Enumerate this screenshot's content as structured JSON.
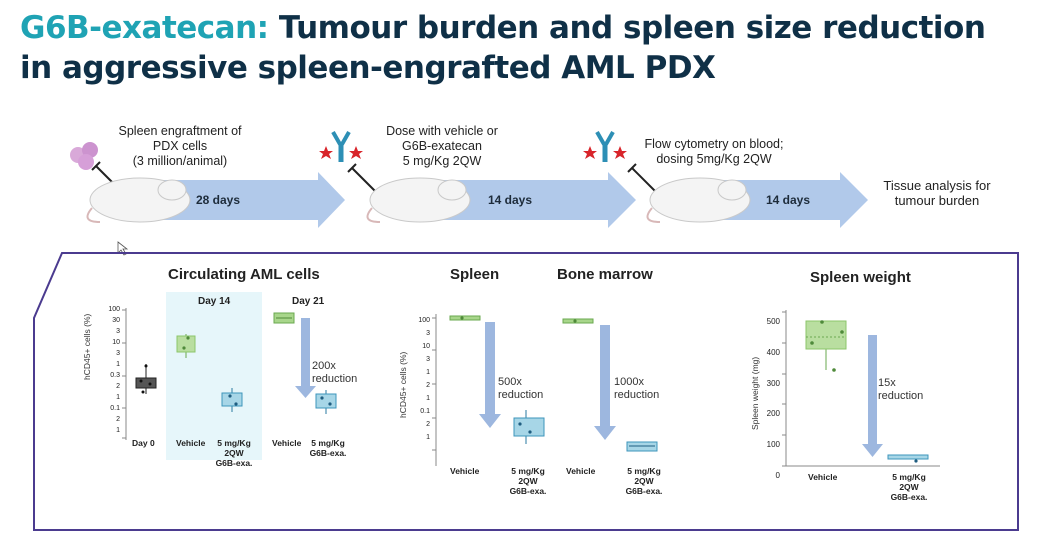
{
  "header": {
    "title_accent": "G6B-exatecan:",
    "title_rest": " Tumour burden and spleen size reduction",
    "title_line2": "in aggressive spleen-engrafted AML PDX"
  },
  "timeline": {
    "step1": [
      "Spleen engraftment of",
      "PDX cells",
      "(3 million/animal)"
    ],
    "arrow1": "28 days",
    "step2": [
      "Dose with vehicle or",
      "G6B-exatecan",
      "5 mg/Kg 2QW"
    ],
    "arrow2": "14 days",
    "step3": [
      "Flow cytometry on blood;",
      "dosing 5mg/Kg 2QW"
    ],
    "arrow3": "14 days",
    "final": [
      "Tissue analysis for",
      "tumour burden"
    ]
  },
  "panel": {
    "circ_title": "Circulating AML cells",
    "day14": "Day 14",
    "day21": "Day 21",
    "circ_ylabel": "hCD45+ cells (%)",
    "circ_yticks": [
      "100",
      "30",
      "3",
      "10",
      "3",
      "1",
      "0.3",
      "2",
      "1",
      "0.1",
      "2",
      "1"
    ],
    "circ_x": [
      "Day 0",
      "Vehicle",
      "5 mg/Kg",
      "2QW",
      "G6B-exa.",
      "Vehicle",
      "5 mg/Kg",
      "G6B-exa."
    ],
    "circ_reduction": [
      "200x",
      "reduction"
    ],
    "spleen_title": "Spleen",
    "bm_title": "Bone marrow",
    "sp_ylabel": "hCD45+ cells (%)",
    "sp_yticks": [
      "100",
      "3",
      "10",
      "3",
      "1",
      "2",
      "1",
      "0.1",
      "2",
      "1"
    ],
    "sp_reduction": [
      "500x",
      "reduction"
    ],
    "bm_reduction": [
      "1000x",
      "reduction"
    ],
    "sp_x": [
      "Vehicle",
      "5 mg/Kg",
      "2QW",
      "G6B-exa."
    ],
    "bm_x": [
      "Vehicle",
      "5 mg/Kg",
      "2QW",
      "G6B-exa."
    ],
    "sw_title": "Spleen weight",
    "sw_ylabel": "Spleen weight (mg)",
    "sw_yticks": [
      "500",
      "400",
      "300",
      "200",
      "100",
      "0"
    ],
    "sw_reduction": [
      "15x",
      "reduction"
    ],
    "sw_x": [
      "Vehicle",
      "5 mg/Kg",
      "2QW",
      "G6B-exa."
    ]
  },
  "colors": {
    "title_dark": "#0f3047",
    "title_accent": "#1fa3b4",
    "frame": "#4b3b8f",
    "vehicle_green": "#8cc56a",
    "treated_blue": "#5fb4d1",
    "arrow_blue": "#9db7df"
  }
}
